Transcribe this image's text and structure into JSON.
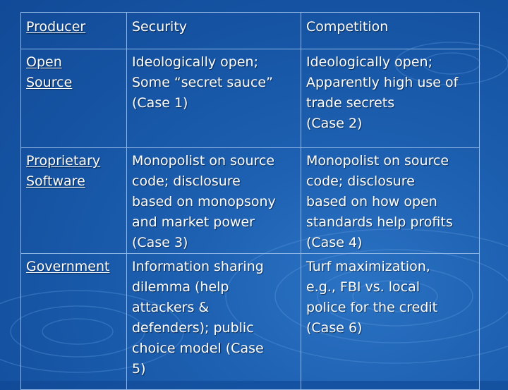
{
  "table": {
    "headers": [
      "Producer",
      "Security",
      "Competition"
    ],
    "rows": [
      {
        "producer": "Open\nSource",
        "security": "Ideologically open;\nSome “secret sauce”\n(Case 1)",
        "competition": "Ideologically open;\nApparently high use of\ntrade secrets\n(Case 2)"
      },
      {
        "producer": "Proprietary\nSoftware",
        "security": "Monopolist on source\ncode; disclosure\nbased on monopsony\nand market power\n(Case 3)",
        "competition": "Monopolist on source\ncode; disclosure\nbased on how open\nstandards help profits\n(Case 4)"
      },
      {
        "producer": "Government",
        "security": "Information sharing\ndilemma (help\nattackers &\ndefenders); public\nchoice model (Case\n5)",
        "competition": "Turf maximization,\ne.g., FBI vs. local\npolice for the credit\n(Case 6)"
      }
    ]
  },
  "colors": {
    "background": "#1553a2",
    "text": "#ffffff",
    "border": "#8fb6e4"
  }
}
